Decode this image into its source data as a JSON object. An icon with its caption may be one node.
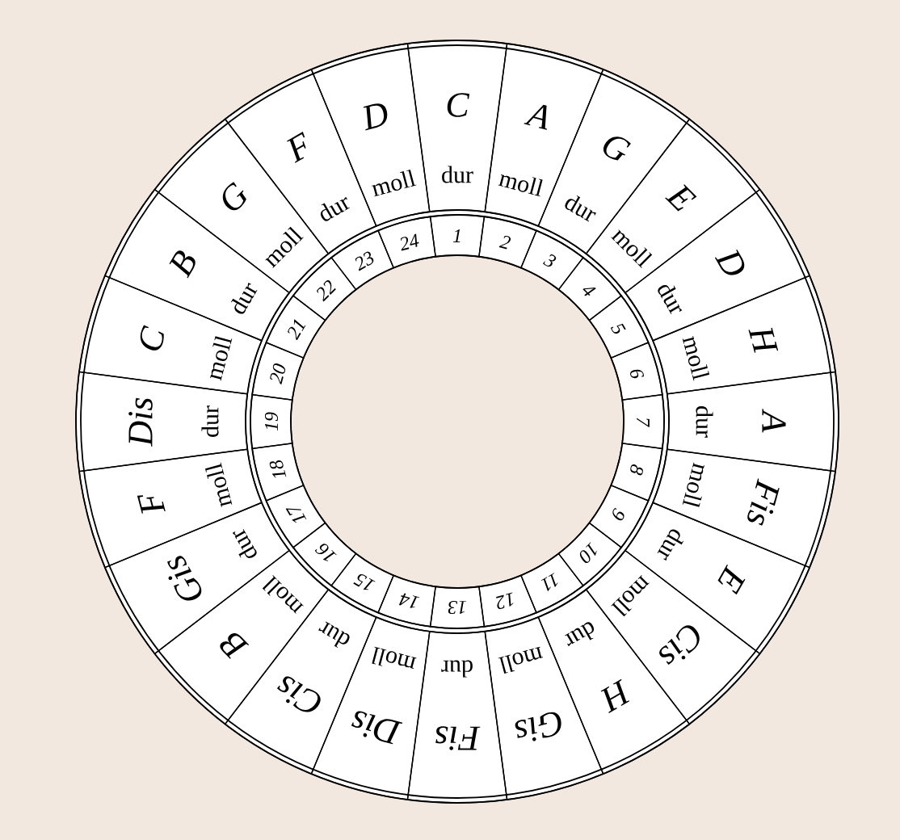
{
  "diagram": {
    "nodes": [
      {
        "text": [
          "C",
          "dur"
        ]
      },
      {
        "text": [
          "A",
          "moll"
        ]
      },
      {
        "text": [
          "G",
          "dur"
        ]
      },
      {
        "text": [
          "E",
          "moll"
        ]
      },
      {
        "text": [
          "D",
          "dur"
        ]
      },
      {
        "text": [
          "H",
          "moll"
        ]
      },
      {
        "text": [
          "A",
          "dur"
        ]
      },
      {
        "text": [
          "Fis",
          "moll"
        ]
      },
      {
        "text": [
          "E",
          "dur"
        ]
      },
      {
        "text": [
          "Cis",
          "moll"
        ]
      },
      {
        "text": [
          "H",
          "dur"
        ]
      },
      {
        "text": [
          "Gis",
          "moll"
        ]
      },
      {
        "text": [
          "Fis",
          "dur"
        ]
      },
      {
        "text": [
          "Dis",
          "moll"
        ]
      },
      {
        "text": [
          "Cis",
          "dur"
        ]
      },
      {
        "text": [
          "B",
          "moll"
        ]
      },
      {
        "text": [
          "Gis",
          "dur"
        ]
      },
      {
        "text": [
          "F",
          "moll"
        ]
      },
      {
        "text": [
          "Dis",
          "dur"
        ]
      },
      {
        "text": [
          "C",
          "moll"
        ]
      },
      {
        "text": [
          "B",
          "dur"
        ]
      },
      {
        "text": [
          "G",
          "moll"
        ]
      },
      {
        "text": [
          "F",
          "dur"
        ]
      },
      {
        "text": [
          "D",
          "moll"
        ]
      },
      {
        "text": [
          "1"
        ]
      },
      {
        "text": [
          "2"
        ]
      },
      {
        "text": [
          "3"
        ]
      },
      {
        "text": [
          "4"
        ]
      },
      {
        "text": [
          "5"
        ]
      },
      {
        "text": [
          "6"
        ]
      },
      {
        "text": [
          "7"
        ]
      },
      {
        "text": [
          "8"
        ]
      },
      {
        "text": [
          "9"
        ]
      },
      {
        "text": [
          "10"
        ]
      },
      {
        "text": [
          "11"
        ]
      },
      {
        "text": [
          "12"
        ]
      },
      {
        "text": [
          "13"
        ]
      },
      {
        "text": [
          "14"
        ]
      },
      {
        "text": [
          "15"
        ]
      },
      {
        "text": [
          "16"
        ]
      },
      {
        "text": [
          "17"
        ]
      },
      {
        "text": [
          "18"
        ]
      },
      {
        "text": [
          "19"
        ]
      },
      {
        "text": [
          "20"
        ]
      },
      {
        "text": [
          "21"
        ]
      },
      {
        "text": [
          "22"
        ]
      },
      {
        "text": [
          "23"
        ]
      },
      {
        "text": [
          "24"
        ]
      }
    ]
  }
}
